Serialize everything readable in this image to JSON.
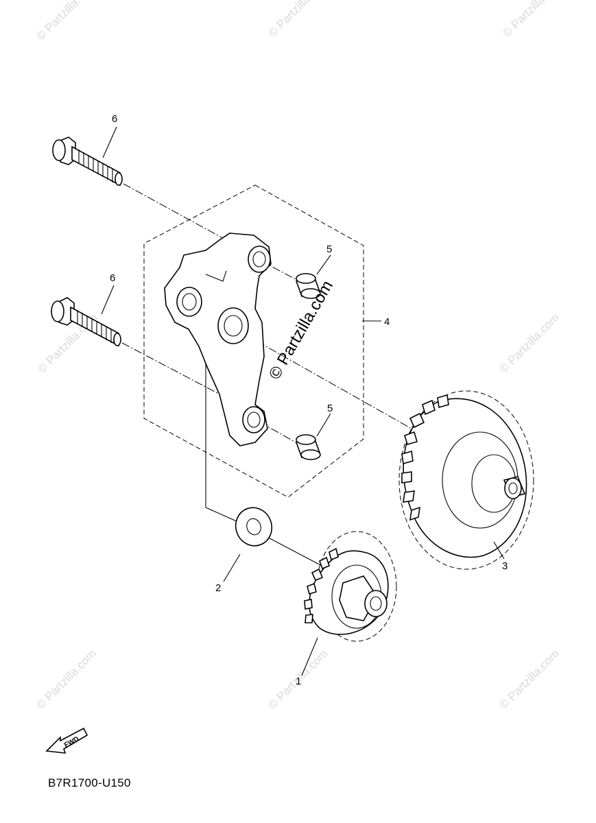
{
  "callouts": {
    "c1": "1",
    "c2": "2",
    "c3": "3",
    "c4": "4",
    "c5a": "5",
    "c5b": "5",
    "c6a": "6",
    "c6b": "6"
  },
  "watermark": {
    "text": "© Partzilla.com",
    "center_text": "© Partzilla.com"
  },
  "fwd_label": "FWD",
  "diagram_code": "B7R1700-U150"
}
